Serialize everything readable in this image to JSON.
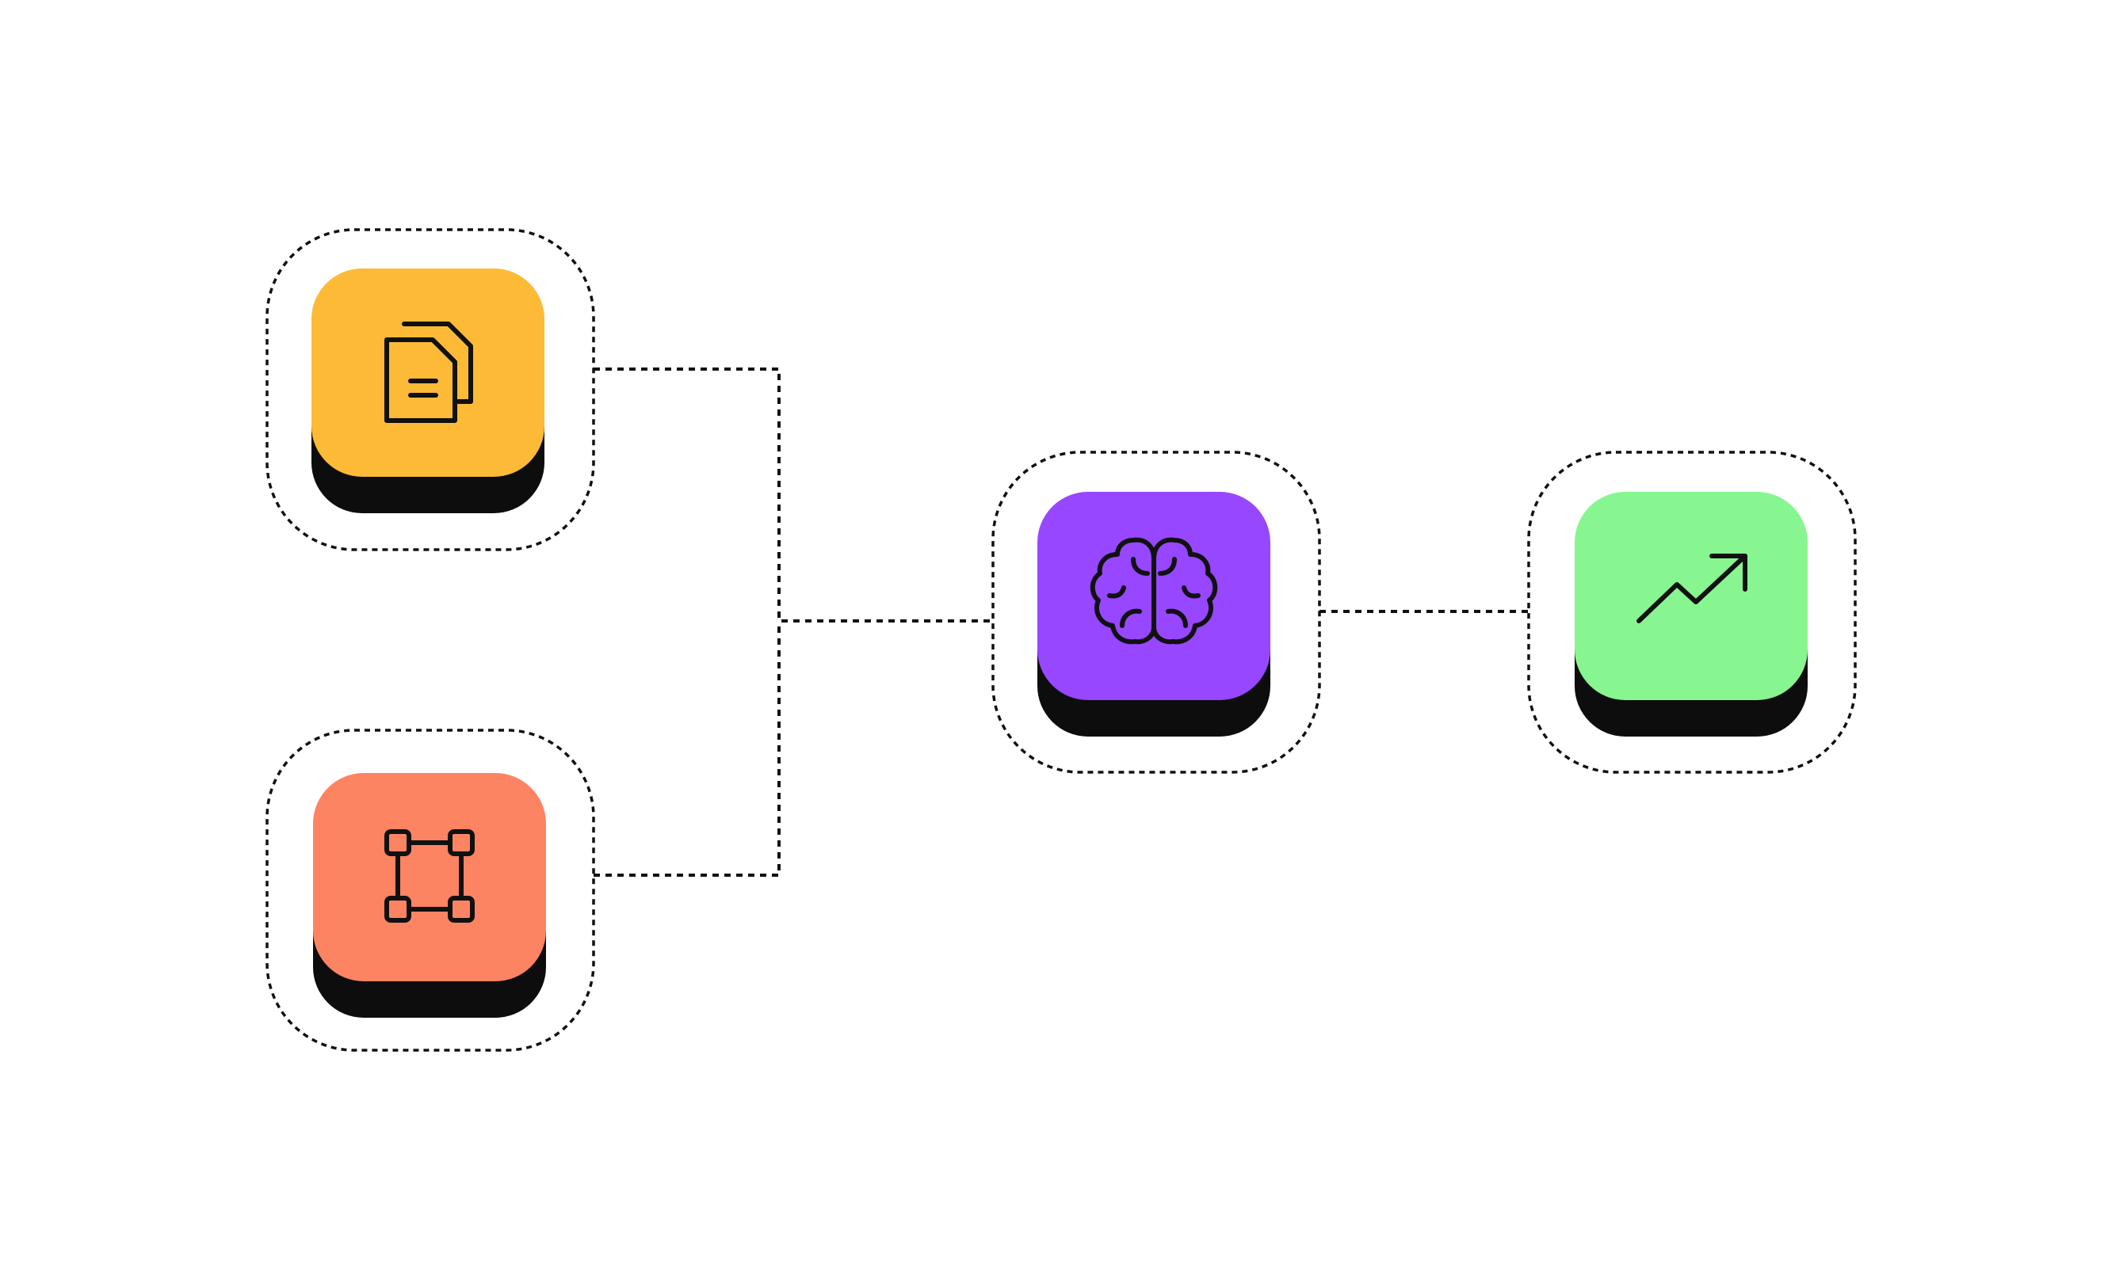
{
  "diagram": {
    "background": "#ffffff",
    "outline_color": "#111111",
    "shadow_color": "#0d0d0d",
    "icon_color": "#111111",
    "nodes": [
      {
        "id": "documents",
        "icon": "documents-icon",
        "color": "#FDBA37"
      },
      {
        "id": "structure",
        "icon": "bounding-box-icon",
        "color": "#FD8462"
      },
      {
        "id": "brain",
        "icon": "brain-icon",
        "color": "#9747FF"
      },
      {
        "id": "growth",
        "icon": "trending-up-icon",
        "color": "#87F690"
      }
    ],
    "edges": [
      {
        "from": "documents",
        "to": "brain"
      },
      {
        "from": "structure",
        "to": "brain"
      },
      {
        "from": "brain",
        "to": "growth"
      }
    ]
  }
}
